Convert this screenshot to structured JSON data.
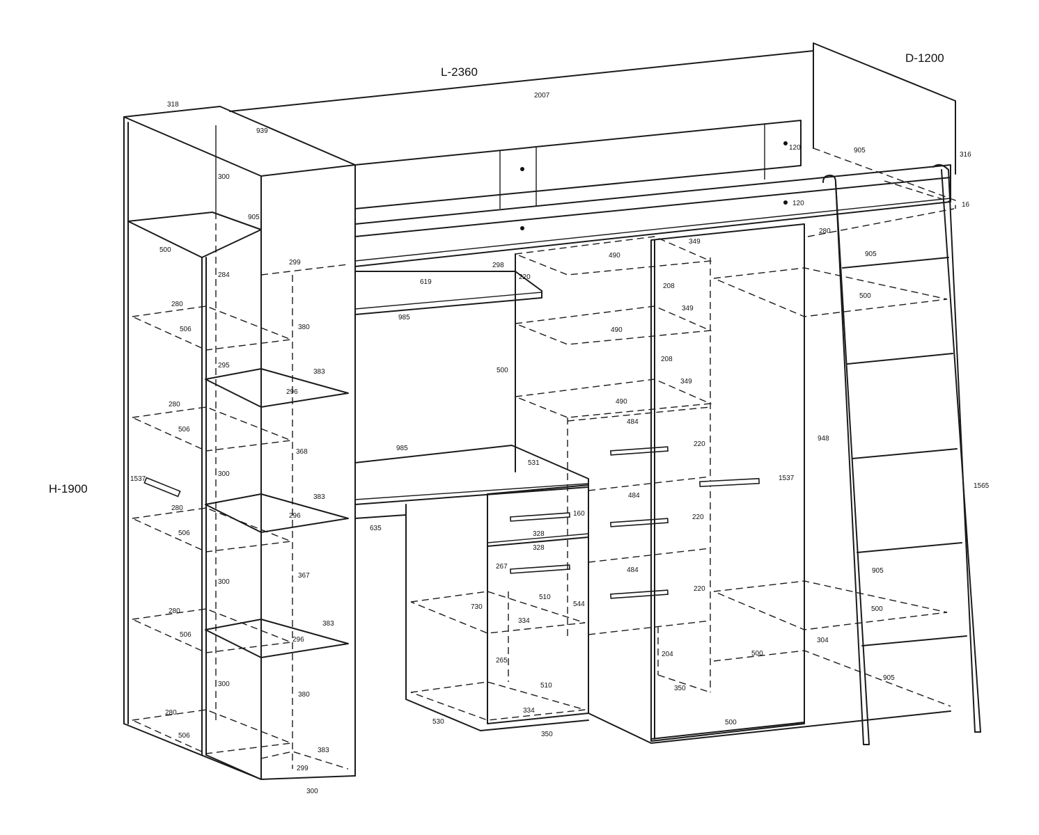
{
  "overall": {
    "length": "L-2360",
    "depth": "D-1200",
    "height": "H-1900"
  },
  "dimensions": [
    "318",
    "939",
    "300",
    "905",
    "500",
    "2007",
    "120",
    "120",
    "905",
    "316",
    "16",
    "299",
    "284",
    "280",
    "506",
    "380",
    "295",
    "383",
    "296",
    "280",
    "506",
    "368",
    "300",
    "1537",
    "280",
    "383",
    "296",
    "506",
    "300",
    "367",
    "280",
    "383",
    "296",
    "506",
    "300",
    "380",
    "280",
    "506",
    "383",
    "299",
    "300",
    "298",
    "220",
    "619",
    "985",
    "500",
    "985",
    "531",
    "635",
    "490",
    "349",
    "208",
    "490",
    "349",
    "208",
    "490",
    "349",
    "484",
    "220",
    "484",
    "220",
    "484",
    "220",
    "160",
    "328",
    "328",
    "267",
    "544",
    "730",
    "510",
    "334",
    "265",
    "510",
    "334",
    "530",
    "350",
    "204",
    "350",
    "500",
    "500",
    "280",
    "905",
    "500",
    "948",
    "1537",
    "1565",
    "905",
    "500",
    "304",
    "905"
  ]
}
